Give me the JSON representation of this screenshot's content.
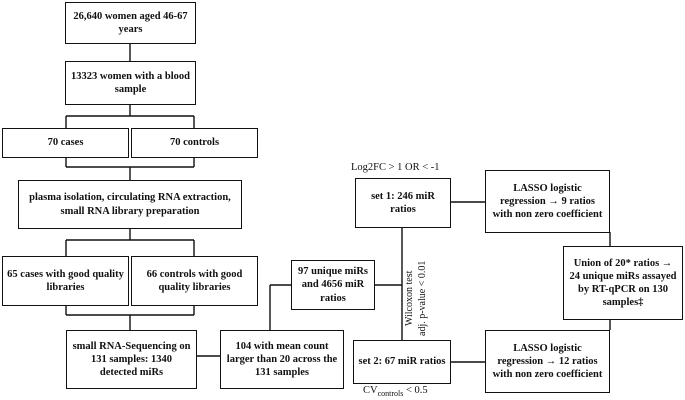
{
  "boxes": {
    "women_total": "26,640 women aged 46-67 years",
    "women_blood": "13323 women with a blood sample",
    "cases": "70 cases",
    "controls": "70 controls",
    "plasma": "plasma isolation, circulating RNA extraction, small RNA library preparation",
    "cases_good": "65 cases with good quality libraries",
    "controls_good": "66 controls with good quality libraries",
    "smallrna": "small RNA-Sequencing on 131 samples: 1340 detected miRs",
    "mean_count": "104 with mean count larger than 20 across the 131 samples",
    "unique_mirs": "97 unique miRs and 4656 miR ratios",
    "set1": "set 1: 246 miR ratios",
    "set2": "set 2: 67 miR ratios",
    "lasso1": "LASSO logistic regression → 9 ratios with non zero coefficient",
    "lasso2": "LASSO logistic regression → 12 ratios with non zero coefficient",
    "union": "Union of 20* ratios → 24 unique miRs assayed by RT-qPCR on 130 samples‡"
  },
  "labels": {
    "log2fc": "Log2FC > 1 OR < -1",
    "wilcoxon": "Wilcoxon test",
    "adj_p": "adj. p-value < 0.01",
    "cv_main": "CV",
    "cv_sub": "controls",
    "cv_rest": " < 0.5"
  }
}
